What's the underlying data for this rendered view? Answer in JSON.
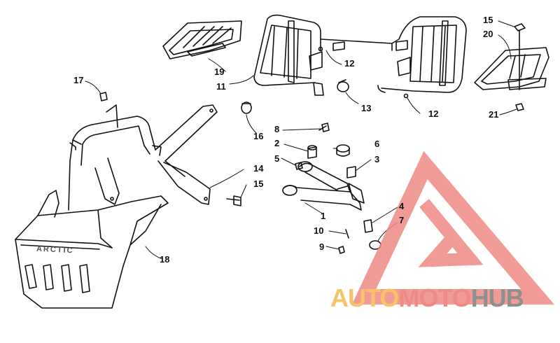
{
  "diagram": {
    "callouts": {
      "c1": "1",
      "c2": "2",
      "c3": "3",
      "c4": "4",
      "c5": "5",
      "c6": "6",
      "c7": "7",
      "c8": "8",
      "c9": "9",
      "c10": "10",
      "c11": "11",
      "c12a": "12",
      "c12b": "12",
      "c13": "13",
      "c14": "14",
      "c15a": "15",
      "c15b": "15",
      "c16": "16",
      "c17": "17",
      "c18": "18",
      "c19": "19",
      "c20": "20",
      "c21": "21"
    },
    "bumper_lettering": "ARCTIC"
  },
  "watermark": {
    "part1": "AUTO",
    "part2": "MOTO",
    "part3": "HUB",
    "colors": {
      "auto": "#f6c36a",
      "moto": "#f08a84",
      "hub": "#8f8f8f",
      "triangle": "#ef8a86"
    }
  }
}
